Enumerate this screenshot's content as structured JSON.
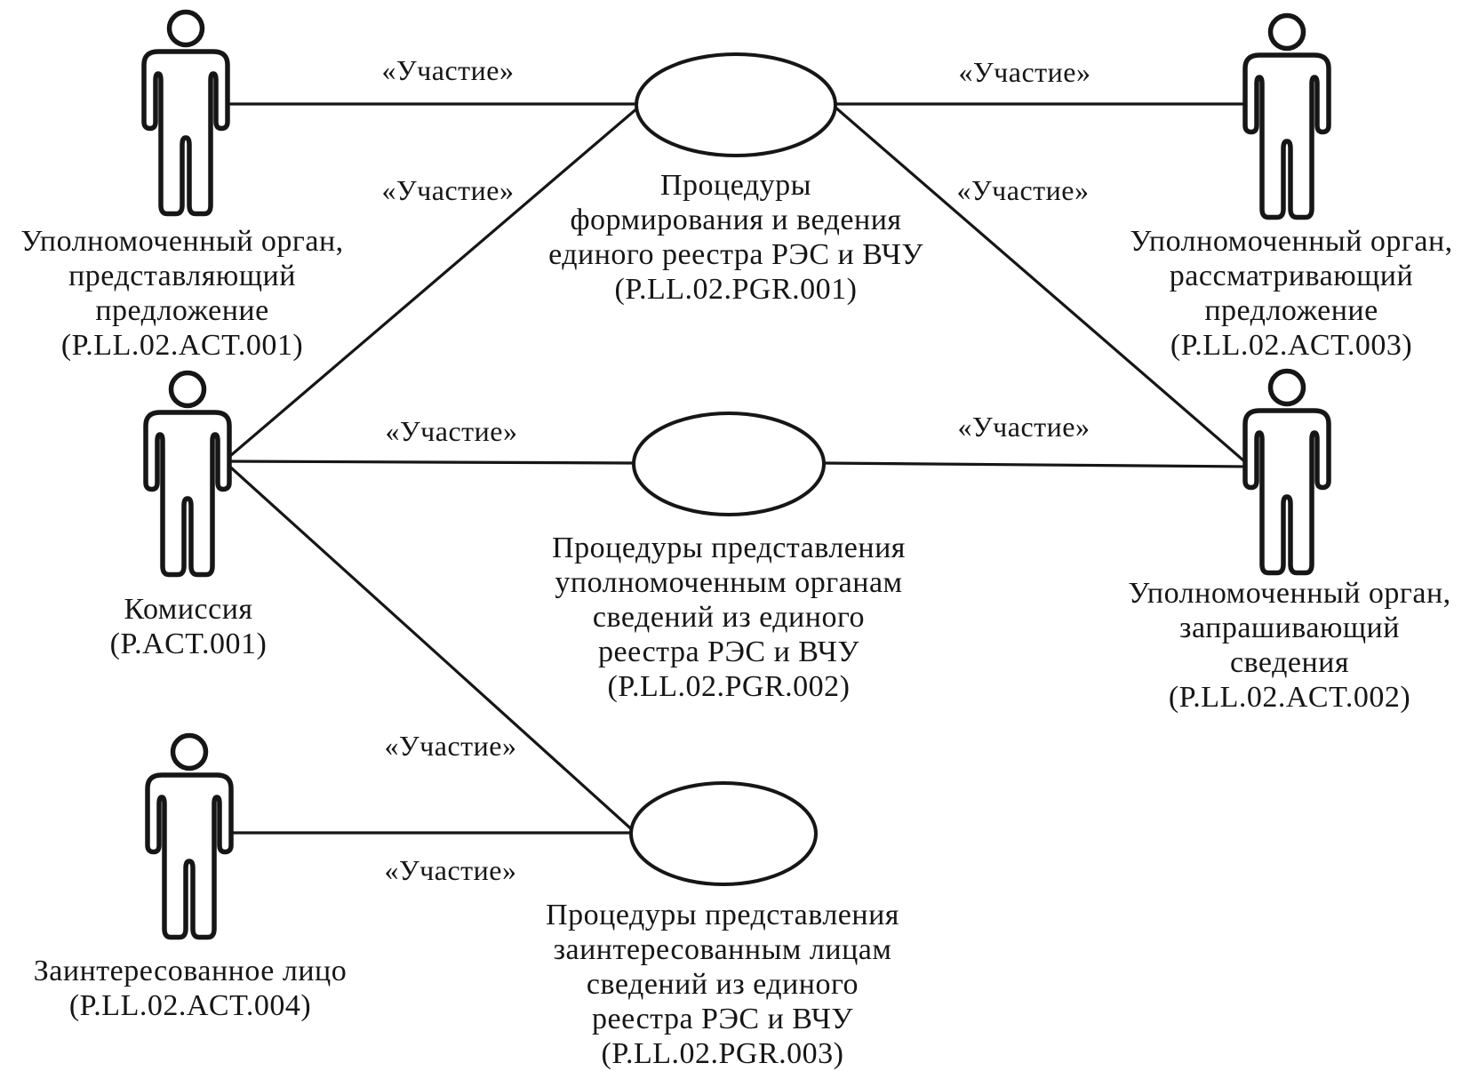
{
  "diagram": {
    "kind": "uml-use-case-diagram",
    "language": "ru",
    "colors": {
      "ink": "#161616",
      "background": "#ffffff"
    },
    "actors": [
      {
        "code": "P.LL.02.ACT.001",
        "lines": [
          "Уполномоченный орган,",
          "представляющий",
          "предложение",
          "(P.LL.02.ACT.001)"
        ]
      },
      {
        "code": "P.ACT.001",
        "lines": [
          "Комиссия",
          "(P.ACT.001)"
        ]
      },
      {
        "code": "P.LL.02.ACT.004",
        "lines": [
          "Заинтересованное лицо",
          "(P.LL.02.ACT.004)"
        ]
      },
      {
        "code": "P.LL.02.ACT.003",
        "lines": [
          "Уполномоченный орган,",
          "рассматривающий",
          "предложение",
          "(P.LL.02.ACT.003)"
        ]
      },
      {
        "code": "P.LL.02.ACT.002",
        "lines": [
          "Уполномоченный орган,",
          "запрашивающий",
          "сведения",
          "(P.LL.02.ACT.002)"
        ]
      }
    ],
    "use_cases": [
      {
        "code": "P.LL.02.PGR.001",
        "lines": [
          "Процедуры",
          "формирования и ведения",
          "единого реестра РЭС и ВЧУ",
          "(P.LL.02.PGR.001)"
        ]
      },
      {
        "code": "P.LL.02.PGR.002",
        "lines": [
          "Процедуры представления",
          "уполномоченным органам",
          "сведений из единого",
          "реестра РЭС и ВЧУ",
          "(P.LL.02.PGR.002)"
        ]
      },
      {
        "code": "P.LL.02.PGR.003",
        "lines": [
          "Процедуры представления",
          "заинтересованным лицам",
          "сведений из единого",
          "реестра РЭС и ВЧУ",
          "(P.LL.02.PGR.003)"
        ]
      }
    ],
    "associations": [
      {
        "from": "P.LL.02.ACT.001",
        "to": "P.LL.02.PGR.001",
        "label": "«Участие»"
      },
      {
        "from": "P.ACT.001",
        "to": "P.LL.02.PGR.001",
        "label": "«Участие»"
      },
      {
        "from": "P.LL.02.PGR.001",
        "to": "P.LL.02.ACT.003",
        "label": "«Участие»"
      },
      {
        "from": "P.LL.02.PGR.001",
        "to": "P.LL.02.ACT.002",
        "label": "«Участие»"
      },
      {
        "from": "P.ACT.001",
        "to": "P.LL.02.PGR.002",
        "label": "«Участие»"
      },
      {
        "from": "P.LL.02.PGR.002",
        "to": "P.LL.02.ACT.002",
        "label": "«Участие»"
      },
      {
        "from": "P.ACT.001",
        "to": "P.LL.02.PGR.003",
        "label": "«Участие»"
      },
      {
        "from": "P.LL.02.ACT.004",
        "to": "P.LL.02.PGR.003",
        "label": "«Участие»"
      }
    ]
  }
}
